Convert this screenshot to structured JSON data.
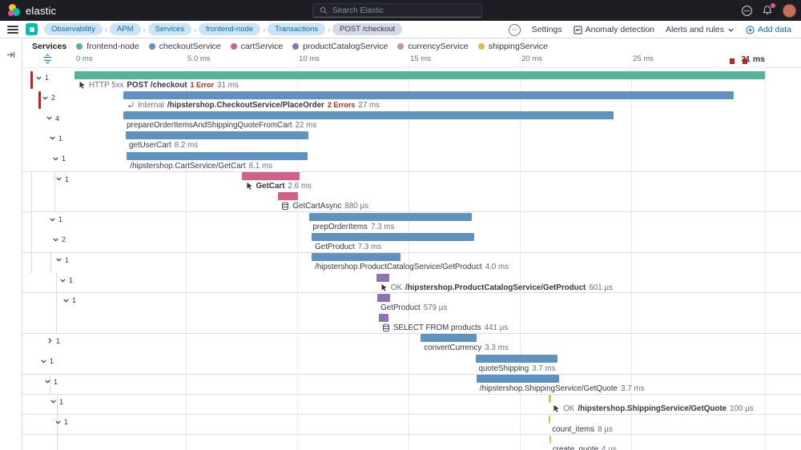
{
  "topbar": {
    "logo_text": "elastic",
    "search_placeholder": "Search Elastic"
  },
  "nav": {
    "breadcrumbs": [
      {
        "label": "Observability",
        "style": "blue"
      },
      {
        "label": "APM",
        "style": "blue"
      },
      {
        "label": "Services",
        "style": "blue"
      },
      {
        "label": "frontend-node",
        "style": "blue"
      },
      {
        "label": "Transactions",
        "style": "blue"
      },
      {
        "label": "POST /checkout",
        "style": "gray"
      }
    ],
    "settings_label": "Settings",
    "anomaly_label": "Anomaly detection",
    "alerts_label": "Alerts and rules",
    "add_data_label": "Add data"
  },
  "legend": {
    "title": "Services",
    "items": [
      {
        "label": "frontend-node",
        "color": "#54B399"
      },
      {
        "label": "checkoutService",
        "color": "#6092C0"
      },
      {
        "label": "cartService",
        "color": "#D36086"
      },
      {
        "label": "productCatalogService",
        "color": "#9170B8"
      },
      {
        "label": "currencyService",
        "color": "#CA8EAE"
      },
      {
        "label": "shippingService",
        "color": "#D6BF57"
      }
    ]
  },
  "timeline": {
    "total_ms": 31,
    "ticks": [
      {
        "label": "0 ms",
        "ms": 0
      },
      {
        "label": "5.0 ms",
        "ms": 5
      },
      {
        "label": "10 ms",
        "ms": 10
      },
      {
        "label": "15 ms",
        "ms": 15
      },
      {
        "label": "20 ms",
        "ms": 20
      },
      {
        "label": "25 ms",
        "ms": 25
      },
      {
        "label": "31 ms",
        "ms": 31,
        "bold": true
      }
    ],
    "error_marks_ms": [
      29.4,
      30.0
    ]
  },
  "colors": {
    "frontend-node": "#54B399",
    "checkoutService": "#6092C0",
    "cartService": "#D36086",
    "productCatalogService": "#9170B8",
    "currencyService": "#CA8EAE",
    "shippingService": "#D6BF57",
    "error": "#BD271E",
    "accent": "#0071C2"
  },
  "waterfall": {
    "rows": [
      {
        "name": "POST /checkout",
        "bold": true,
        "icon": "pointer",
        "prefix": "HTTP 5xx",
        "badge": "1 Error",
        "duration": "31 ms",
        "service": "frontend-node",
        "start_ms": 0,
        "dur_ms": 31,
        "chevron": "down",
        "count": "1",
        "indent": 44,
        "error_strip": 38
      },
      {
        "name": "/hipstershop.CheckoutService/PlaceOrder",
        "bold": true,
        "icon": "internal",
        "prefix": "Internal",
        "badge": "2 Errors",
        "duration": "27 ms",
        "service": "checkoutService",
        "start_ms": 2.2,
        "dur_ms": 27,
        "bar_ms": 27.4,
        "chevron": "down",
        "count": "2",
        "indent": 52,
        "error_strip": 48
      },
      {
        "name": "prepareOrderItemsAndShippingQuoteFromCart",
        "duration": "22 ms",
        "service": "checkoutService",
        "start_ms": 2.2,
        "dur_ms": 22,
        "chevron": "down",
        "count": "4",
        "indent": 57
      },
      {
        "name": "getUserCart",
        "duration": "8.2 ms",
        "service": "checkoutService",
        "start_ms": 2.3,
        "dur_ms": 8.2,
        "chevron": "down",
        "count": "1",
        "indent": 61
      },
      {
        "name": "/hipstershop.CartService/GetCart",
        "duration": "8.1 ms",
        "service": "checkoutService",
        "start_ms": 2.35,
        "dur_ms": 8.1,
        "chevron": "down",
        "count": "1",
        "indent": 65
      },
      {
        "name": "GetCart",
        "bold": true,
        "icon": "pointer",
        "duration": "2.6 ms",
        "service": "cartService",
        "start_ms": 7.5,
        "dur_ms": 2.6,
        "chevron": "down",
        "count": "1",
        "indent": 69,
        "divider": true
      },
      {
        "name": "GetCartAsync",
        "icon": "db",
        "duration": "880 µs",
        "service": "cartService",
        "start_ms": 9.15,
        "dur_ms": 0.88
      },
      {
        "name": "prepOrderItems",
        "duration": "7.3 ms",
        "service": "checkoutService",
        "start_ms": 10.55,
        "dur_ms": 7.3,
        "chevron": "down",
        "count": "1",
        "indent": 61,
        "divider": true
      },
      {
        "name": "GetProduct",
        "duration": "7.3 ms",
        "service": "checkoutService",
        "start_ms": 10.65,
        "dur_ms": 7.3,
        "chevron": "down",
        "count": "2",
        "indent": 65
      },
      {
        "name": "/hipstershop.ProductCatalogService/GetProduct",
        "duration": "4.0 ms",
        "service": "checkoutService",
        "start_ms": 10.65,
        "dur_ms": 4.0,
        "chevron": "down",
        "count": "1",
        "indent": 69,
        "divider": true
      },
      {
        "name": "/hipstershop.ProductCatalogService/GetProduct",
        "bold": true,
        "icon": "pointer",
        "prefix": "OK",
        "duration": "601 µs",
        "service": "productCatalogService",
        "start_ms": 13.55,
        "dur_ms": 0.601,
        "chevron": "down",
        "count": "1",
        "indent": 74
      },
      {
        "name": "GetProduct",
        "duration": "579 µs",
        "service": "productCatalogService",
        "start_ms": 13.6,
        "dur_ms": 0.579,
        "chevron": "down",
        "count": "1",
        "indent": 78,
        "divider": true
      },
      {
        "name": "SELECT FROM products",
        "icon": "db",
        "duration": "441 µs",
        "service": "productCatalogService",
        "start_ms": 13.66,
        "dur_ms": 0.441
      },
      {
        "name": "convertCurrency",
        "duration": "3.3 ms",
        "service": "checkoutService",
        "start_ms": 15.55,
        "dur_ms": 3.3,
        "bar_ms": 2.5,
        "chevron": "right",
        "count": "1",
        "indent": 58,
        "divider": true
      },
      {
        "name": "quoteShipping",
        "duration": "3.7 ms",
        "service": "checkoutService",
        "start_ms": 18.0,
        "dur_ms": 3.7,
        "chevron": "down",
        "count": "1",
        "indent": 50
      },
      {
        "name": "/hipstershop.ShippingService/GetQuote",
        "duration": "3.7 ms",
        "service": "checkoutService",
        "start_ms": 18.05,
        "dur_ms": 3.7,
        "chevron": "down",
        "count": "1",
        "indent": 55,
        "divider": true
      },
      {
        "name": "/hipstershop.ShippingService/GetQuote",
        "bold": true,
        "icon": "pointer",
        "prefix": "OK",
        "duration": "100 µs",
        "service": "shippingService",
        "start_ms": 21.3,
        "dur_ms": 0.1,
        "chevron": "down",
        "count": "1",
        "indent": 62,
        "divider": true
      },
      {
        "name": "count_items",
        "duration": "8 µs",
        "service": "shippingService",
        "start_ms": 21.3,
        "dur_ms": 0.008,
        "chevron": "down",
        "count": "1",
        "indent": 68,
        "divider": true
      },
      {
        "name": "create_quote",
        "duration": "4 µs",
        "service": "shippingService",
        "start_ms": 21.32,
        "dur_ms": 0.004,
        "divider": true
      }
    ]
  }
}
